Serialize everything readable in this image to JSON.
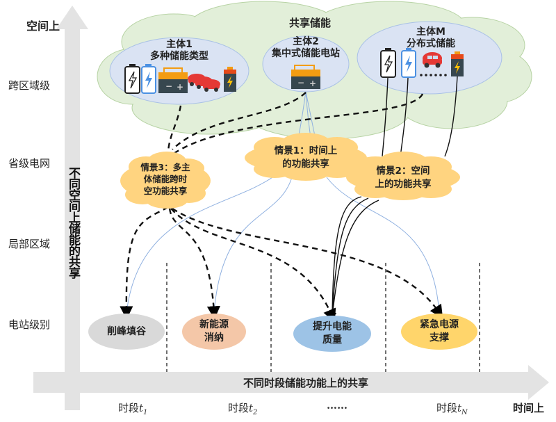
{
  "title": "共享储能",
  "axes": {
    "y_arrow_label": "空间上",
    "x_arrow_label": "时间上",
    "y_band_label": "不同空间上储能的共享",
    "x_band_label": "不同时段储能功能上的共享"
  },
  "spatial_levels": [
    "跨区域级",
    "省级电网",
    "局部区域",
    "电站级别"
  ],
  "entities": [
    {
      "id": "entity-1",
      "title": "主体1",
      "subtitle": "多种储能类型",
      "icons": [
        "battery-outline-icon",
        "battery-blue-icon",
        "lead-acid-battery-icon",
        "ev-car-icon",
        "ev-car-icon",
        "ev-car-icon",
        "dry-cell-battery-icon"
      ]
    },
    {
      "id": "entity-2",
      "title": "主体2",
      "subtitle": "集中式储能电站",
      "icons": [
        "lead-acid-battery-icon"
      ]
    },
    {
      "id": "entity-m",
      "title": "主体M",
      "subtitle": "分布式储能",
      "icons": [
        "battery-outline-icon",
        "battery-blue-icon",
        "ev-car-icon",
        "ellipsis-dots",
        "dry-cell-battery-icon"
      ],
      "ellipsis": "……"
    }
  ],
  "scenarios": [
    {
      "id": "scenario-1",
      "line1": "情景1：时间上",
      "line2": "的功能共享"
    },
    {
      "id": "scenario-2",
      "line1": "情景2：空间",
      "line2": "上的功能共享"
    },
    {
      "id": "scenario-3",
      "line1": "情景3：多主",
      "line2": "体储能跨时",
      "line3": "空功能共享"
    }
  ],
  "functions": [
    {
      "id": "peak-shaving",
      "line1": "削峰填谷",
      "line2": "",
      "color": "#d9d9d9"
    },
    {
      "id": "renewable-accommodation",
      "line1": "新能源",
      "line2": "消纳",
      "color": "#f4c7a8"
    },
    {
      "id": "power-quality",
      "line1": "提升电能",
      "line2": "质量",
      "color": "#9dc3e6"
    },
    {
      "id": "emergency-support",
      "line1": "紧急电源",
      "line2": "支撑",
      "color": "#ffd56b"
    }
  ],
  "periods": [
    {
      "prefix": "时段",
      "var": "t",
      "sub": "1"
    },
    {
      "prefix": "时段",
      "var": "t",
      "sub": "2"
    },
    {
      "prefix": "",
      "var": "",
      "sub": "",
      "text": "……"
    },
    {
      "prefix": "时段",
      "var": "t",
      "sub": "N"
    }
  ],
  "colors": {
    "cloud_green": "#e2efd9",
    "entity_ellipse": "#dae3f3",
    "scenario_cloud": "#ffd480",
    "arrow_gray": "#e3e3e3",
    "blue_line": "#8fb0e0"
  }
}
